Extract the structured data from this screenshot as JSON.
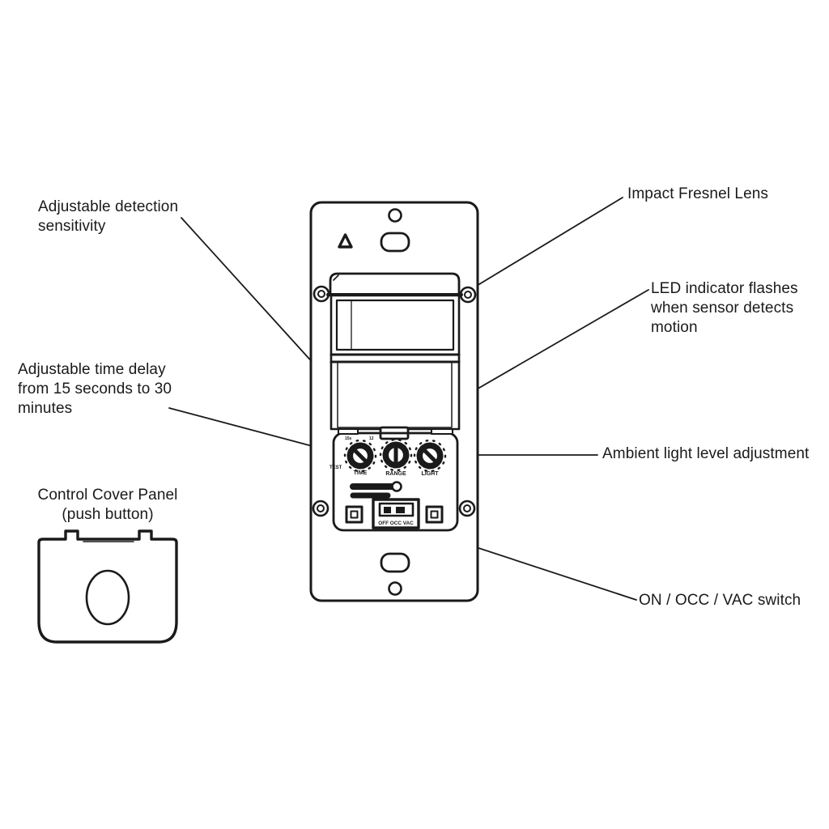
{
  "figure": {
    "background": "#ffffff",
    "line_color": "#1a1a1a"
  },
  "callouts": {
    "detection_sensitivity": "Adjustable detection sensitivity",
    "fresnel_lens": "Impact Fresnel Lens",
    "led_indicator": "LED indicator flashes when sensor detects motion",
    "time_delay": "Adjustable time delay from 15 seconds to 30 minutes",
    "control_cover_title": "Control Cover Panel",
    "control_cover_sub": "(push button)",
    "ambient_light": "Ambient light level adjustment",
    "on_occ_vac": "ON / OCC / VAC switch"
  },
  "device": {
    "knob_labels": {
      "test": "TEST",
      "time": "TIME",
      "range": "RANGE",
      "light": "LIGHT"
    },
    "knob_ticks": {
      "time_min": "15s",
      "time_max": "12"
    },
    "mode_switch_label": "OFF OCC VAC"
  }
}
